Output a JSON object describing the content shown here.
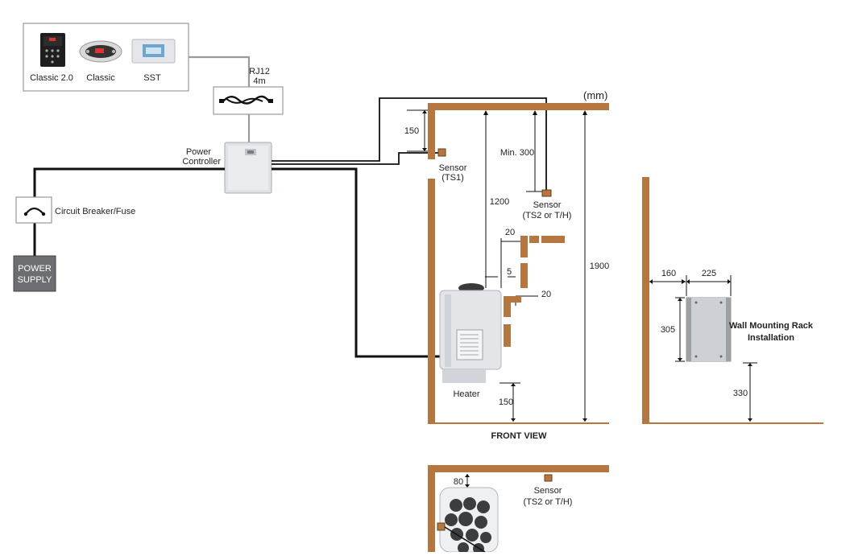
{
  "controls": [
    {
      "label": "Classic 2.0",
      "icon": "classic-2-0-control-panel-icon"
    },
    {
      "label": "Classic",
      "icon": "classic-control-panel-icon"
    },
    {
      "label": "SST",
      "icon": "sst-control-panel-icon"
    }
  ],
  "cable": {
    "line1": "RJ12",
    "line2": "4m"
  },
  "power_controller": {
    "line1": "Power",
    "line2": "Controller"
  },
  "breaker": {
    "label": "Circuit Breaker/Fuse"
  },
  "power_supply": {
    "line1": "POWER",
    "line2": "SUPPLY",
    "fill": "#6d6e71"
  },
  "units": "(mm)",
  "sensor_ts1": {
    "line1": "Sensor",
    "line2": "(TS1)"
  },
  "sensor_ts2": {
    "line1": "Sensor",
    "line2": "(TS2 or T/H)"
  },
  "sensor_ts2_top": {
    "line1": "Sensor",
    "line2": "(TS2 or T/H)"
  },
  "dimensions": {
    "d150_top": "150",
    "min300": "Min. 300",
    "d1200": "1200",
    "d1900": "1900",
    "d20_top": "20",
    "d5": "5",
    "d20_side": "20",
    "d150_bottom": "150",
    "d160": "160",
    "d225": "225",
    "d305": "305",
    "d330": "330",
    "d80": "80"
  },
  "heater": {
    "label": "Heater"
  },
  "front_view": {
    "label": "FRONT VIEW"
  },
  "rack": {
    "line1": "Wall Mounting Rack",
    "line2": "Installation"
  },
  "colors": {
    "wood": "#b5773f",
    "wood_dark": "#8a5524",
    "wire": "#111111",
    "frame": "#9a9a9a"
  }
}
